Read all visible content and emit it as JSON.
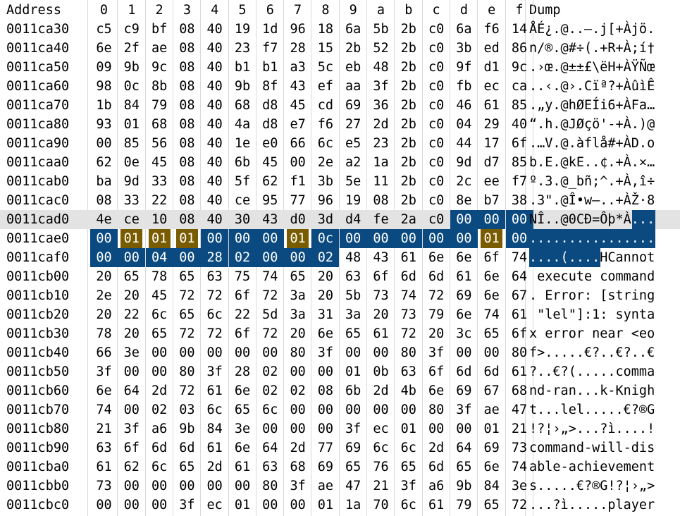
{
  "header": {
    "address_label": "Address",
    "columns": [
      "0",
      "1",
      "2",
      "3",
      "4",
      "5",
      "6",
      "7",
      "8",
      "9",
      "a",
      "b",
      "c",
      "d",
      "e",
      "f"
    ],
    "dump_label": "Dump"
  },
  "colors": {
    "selection": "#0b4a80",
    "changed_byte": "#7a5c00",
    "cursor_row": "#e3e3e3",
    "gridline": "#d9d9d9"
  },
  "rows": [
    {
      "addr": "0011ca30",
      "bytes": [
        "c5",
        "c9",
        "bf",
        "08",
        "40",
        "19",
        "1d",
        "96",
        "18",
        "6a",
        "5b",
        "2b",
        "c0",
        "6a",
        "f6",
        "14"
      ],
      "dump": "ÅÉ¿.@..–.j[+Àjö."
    },
    {
      "addr": "0011ca40",
      "bytes": [
        "6e",
        "2f",
        "ae",
        "08",
        "40",
        "23",
        "f7",
        "28",
        "15",
        "2b",
        "52",
        "2b",
        "c0",
        "3b",
        "ed",
        "86"
      ],
      "dump": "n/®.@#÷(.+R+À;í†"
    },
    {
      "addr": "0011ca50",
      "bytes": [
        "09",
        "9b",
        "9c",
        "08",
        "40",
        "b1",
        "b1",
        "a3",
        "5c",
        "eb",
        "48",
        "2b",
        "c0",
        "9f",
        "d1",
        "9c"
      ],
      "dump": ".›œ.@±±£\\ëH+ÀŸÑœ"
    },
    {
      "addr": "0011ca60",
      "bytes": [
        "98",
        "0c",
        "8b",
        "08",
        "40",
        "9b",
        "8f",
        "43",
        "ef",
        "aa",
        "3f",
        "2b",
        "c0",
        "fb",
        "ec",
        "ca"
      ],
      "dump": "..‹.@›.Cïª?+ÀûìÊ"
    },
    {
      "addr": "0011ca70",
      "bytes": [
        "1b",
        "84",
        "79",
        "08",
        "40",
        "68",
        "d8",
        "45",
        "cd",
        "69",
        "36",
        "2b",
        "c0",
        "46",
        "61",
        "85"
      ],
      "dump": ".„y.@hØEÍi6+ÀFa…"
    },
    {
      "addr": "0011ca80",
      "bytes": [
        "93",
        "01",
        "68",
        "08",
        "40",
        "4a",
        "d8",
        "e7",
        "f6",
        "27",
        "2d",
        "2b",
        "c0",
        "04",
        "29",
        "40"
      ],
      "dump": "“.h.@JØçö'-+À.)@"
    },
    {
      "addr": "0011ca90",
      "bytes": [
        "00",
        "85",
        "56",
        "08",
        "40",
        "1e",
        "e0",
        "66",
        "6c",
        "e5",
        "23",
        "2b",
        "c0",
        "44",
        "17",
        "6f"
      ],
      "dump": ".…V.@.àflå#+ÀD.o"
    },
    {
      "addr": "0011caa0",
      "bytes": [
        "62",
        "0e",
        "45",
        "08",
        "40",
        "6b",
        "45",
        "00",
        "2e",
        "a2",
        "1a",
        "2b",
        "c0",
        "9d",
        "d7",
        "85"
      ],
      "dump": "b.E.@kE..¢.+À.×…"
    },
    {
      "addr": "0011cab0",
      "bytes": [
        "ba",
        "9d",
        "33",
        "08",
        "40",
        "5f",
        "62",
        "f1",
        "3b",
        "5e",
        "11",
        "2b",
        "c0",
        "2c",
        "ee",
        "f7"
      ],
      "dump": "º.3.@_bñ;^.+À,î÷"
    },
    {
      "addr": "0011cac0",
      "bytes": [
        "08",
        "33",
        "22",
        "08",
        "40",
        "ce",
        "95",
        "77",
        "96",
        "19",
        "08",
        "2b",
        "c0",
        "8e",
        "b7",
        "38"
      ],
      "dump": ".3\".@Î•w–..+ÀŽ·8"
    },
    {
      "addr": "0011cad0",
      "bytes": [
        "4e",
        "ce",
        "10",
        "08",
        "40",
        "30",
        "43",
        "d0",
        "3d",
        "d4",
        "fe",
        "2a",
        "c0",
        "00",
        "00",
        "00"
      ],
      "dump": "NÎ..@0CÐ=Ôþ*À..."
    },
    {
      "addr": "0011cae0",
      "bytes": [
        "00",
        "01",
        "01",
        "01",
        "00",
        "00",
        "00",
        "01",
        "0c",
        "00",
        "00",
        "00",
        "00",
        "00",
        "01",
        "00"
      ],
      "dump": "................"
    },
    {
      "addr": "0011caf0",
      "bytes": [
        "00",
        "00",
        "04",
        "00",
        "28",
        "02",
        "00",
        "00",
        "02",
        "48",
        "43",
        "61",
        "6e",
        "6e",
        "6f",
        "74"
      ],
      "dump": "....(....HCannot"
    },
    {
      "addr": "0011cb00",
      "bytes": [
        "20",
        "65",
        "78",
        "65",
        "63",
        "75",
        "74",
        "65",
        "20",
        "63",
        "6f",
        "6d",
        "6d",
        "61",
        "6e",
        "64"
      ],
      "dump": " execute command"
    },
    {
      "addr": "0011cb10",
      "bytes": [
        "2e",
        "20",
        "45",
        "72",
        "72",
        "6f",
        "72",
        "3a",
        "20",
        "5b",
        "73",
        "74",
        "72",
        "69",
        "6e",
        "67"
      ],
      "dump": ". Error: [string"
    },
    {
      "addr": "0011cb20",
      "bytes": [
        "20",
        "22",
        "6c",
        "65",
        "6c",
        "22",
        "5d",
        "3a",
        "31",
        "3a",
        "20",
        "73",
        "79",
        "6e",
        "74",
        "61"
      ],
      "dump": " \"lel\"]:1: synta"
    },
    {
      "addr": "0011cb30",
      "bytes": [
        "78",
        "20",
        "65",
        "72",
        "72",
        "6f",
        "72",
        "20",
        "6e",
        "65",
        "61",
        "72",
        "20",
        "3c",
        "65",
        "6f"
      ],
      "dump": "x error near <eo"
    },
    {
      "addr": "0011cb40",
      "bytes": [
        "66",
        "3e",
        "00",
        "00",
        "00",
        "00",
        "00",
        "80",
        "3f",
        "00",
        "00",
        "80",
        "3f",
        "00",
        "00",
        "80"
      ],
      "dump": "f>.....€?..€?..€"
    },
    {
      "addr": "0011cb50",
      "bytes": [
        "3f",
        "00",
        "00",
        "80",
        "3f",
        "28",
        "02",
        "00",
        "00",
        "01",
        "0b",
        "63",
        "6f",
        "6d",
        "6d",
        "61"
      ],
      "dump": "?..€?(.....comma"
    },
    {
      "addr": "0011cb60",
      "bytes": [
        "6e",
        "64",
        "2d",
        "72",
        "61",
        "6e",
        "02",
        "02",
        "08",
        "6b",
        "2d",
        "4b",
        "6e",
        "69",
        "67",
        "68"
      ],
      "dump": "nd-ran...k-Knigh"
    },
    {
      "addr": "0011cb70",
      "bytes": [
        "74",
        "00",
        "02",
        "03",
        "6c",
        "65",
        "6c",
        "00",
        "00",
        "00",
        "00",
        "00",
        "80",
        "3f",
        "ae",
        "47"
      ],
      "dump": "t...lel.....€?®G"
    },
    {
      "addr": "0011cb80",
      "bytes": [
        "21",
        "3f",
        "a6",
        "9b",
        "84",
        "3e",
        "00",
        "00",
        "00",
        "3f",
        "ec",
        "01",
        "00",
        "00",
        "01",
        "21"
      ],
      "dump": "!?¦›„>...?ì....!"
    },
    {
      "addr": "0011cb90",
      "bytes": [
        "63",
        "6f",
        "6d",
        "6d",
        "61",
        "6e",
        "64",
        "2d",
        "77",
        "69",
        "6c",
        "6c",
        "2d",
        "64",
        "69",
        "73"
      ],
      "dump": "command-will-dis"
    },
    {
      "addr": "0011cba0",
      "bytes": [
        "61",
        "62",
        "6c",
        "65",
        "2d",
        "61",
        "63",
        "68",
        "69",
        "65",
        "76",
        "65",
        "6d",
        "65",
        "6e",
        "74"
      ],
      "dump": "able-achievement"
    },
    {
      "addr": "0011cbb0",
      "bytes": [
        "73",
        "00",
        "00",
        "00",
        "00",
        "00",
        "80",
        "3f",
        "ae",
        "47",
        "21",
        "3f",
        "a6",
        "9b",
        "84",
        "3e"
      ],
      "dump": "s.....€?®G!?¦›„>"
    },
    {
      "addr": "0011cbc0",
      "bytes": [
        "00",
        "00",
        "00",
        "3f",
        "ec",
        "01",
        "00",
        "00",
        "01",
        "1a",
        "70",
        "6c",
        "61",
        "79",
        "65",
        "72"
      ],
      "dump": "...?ì.....player"
    }
  ]
}
